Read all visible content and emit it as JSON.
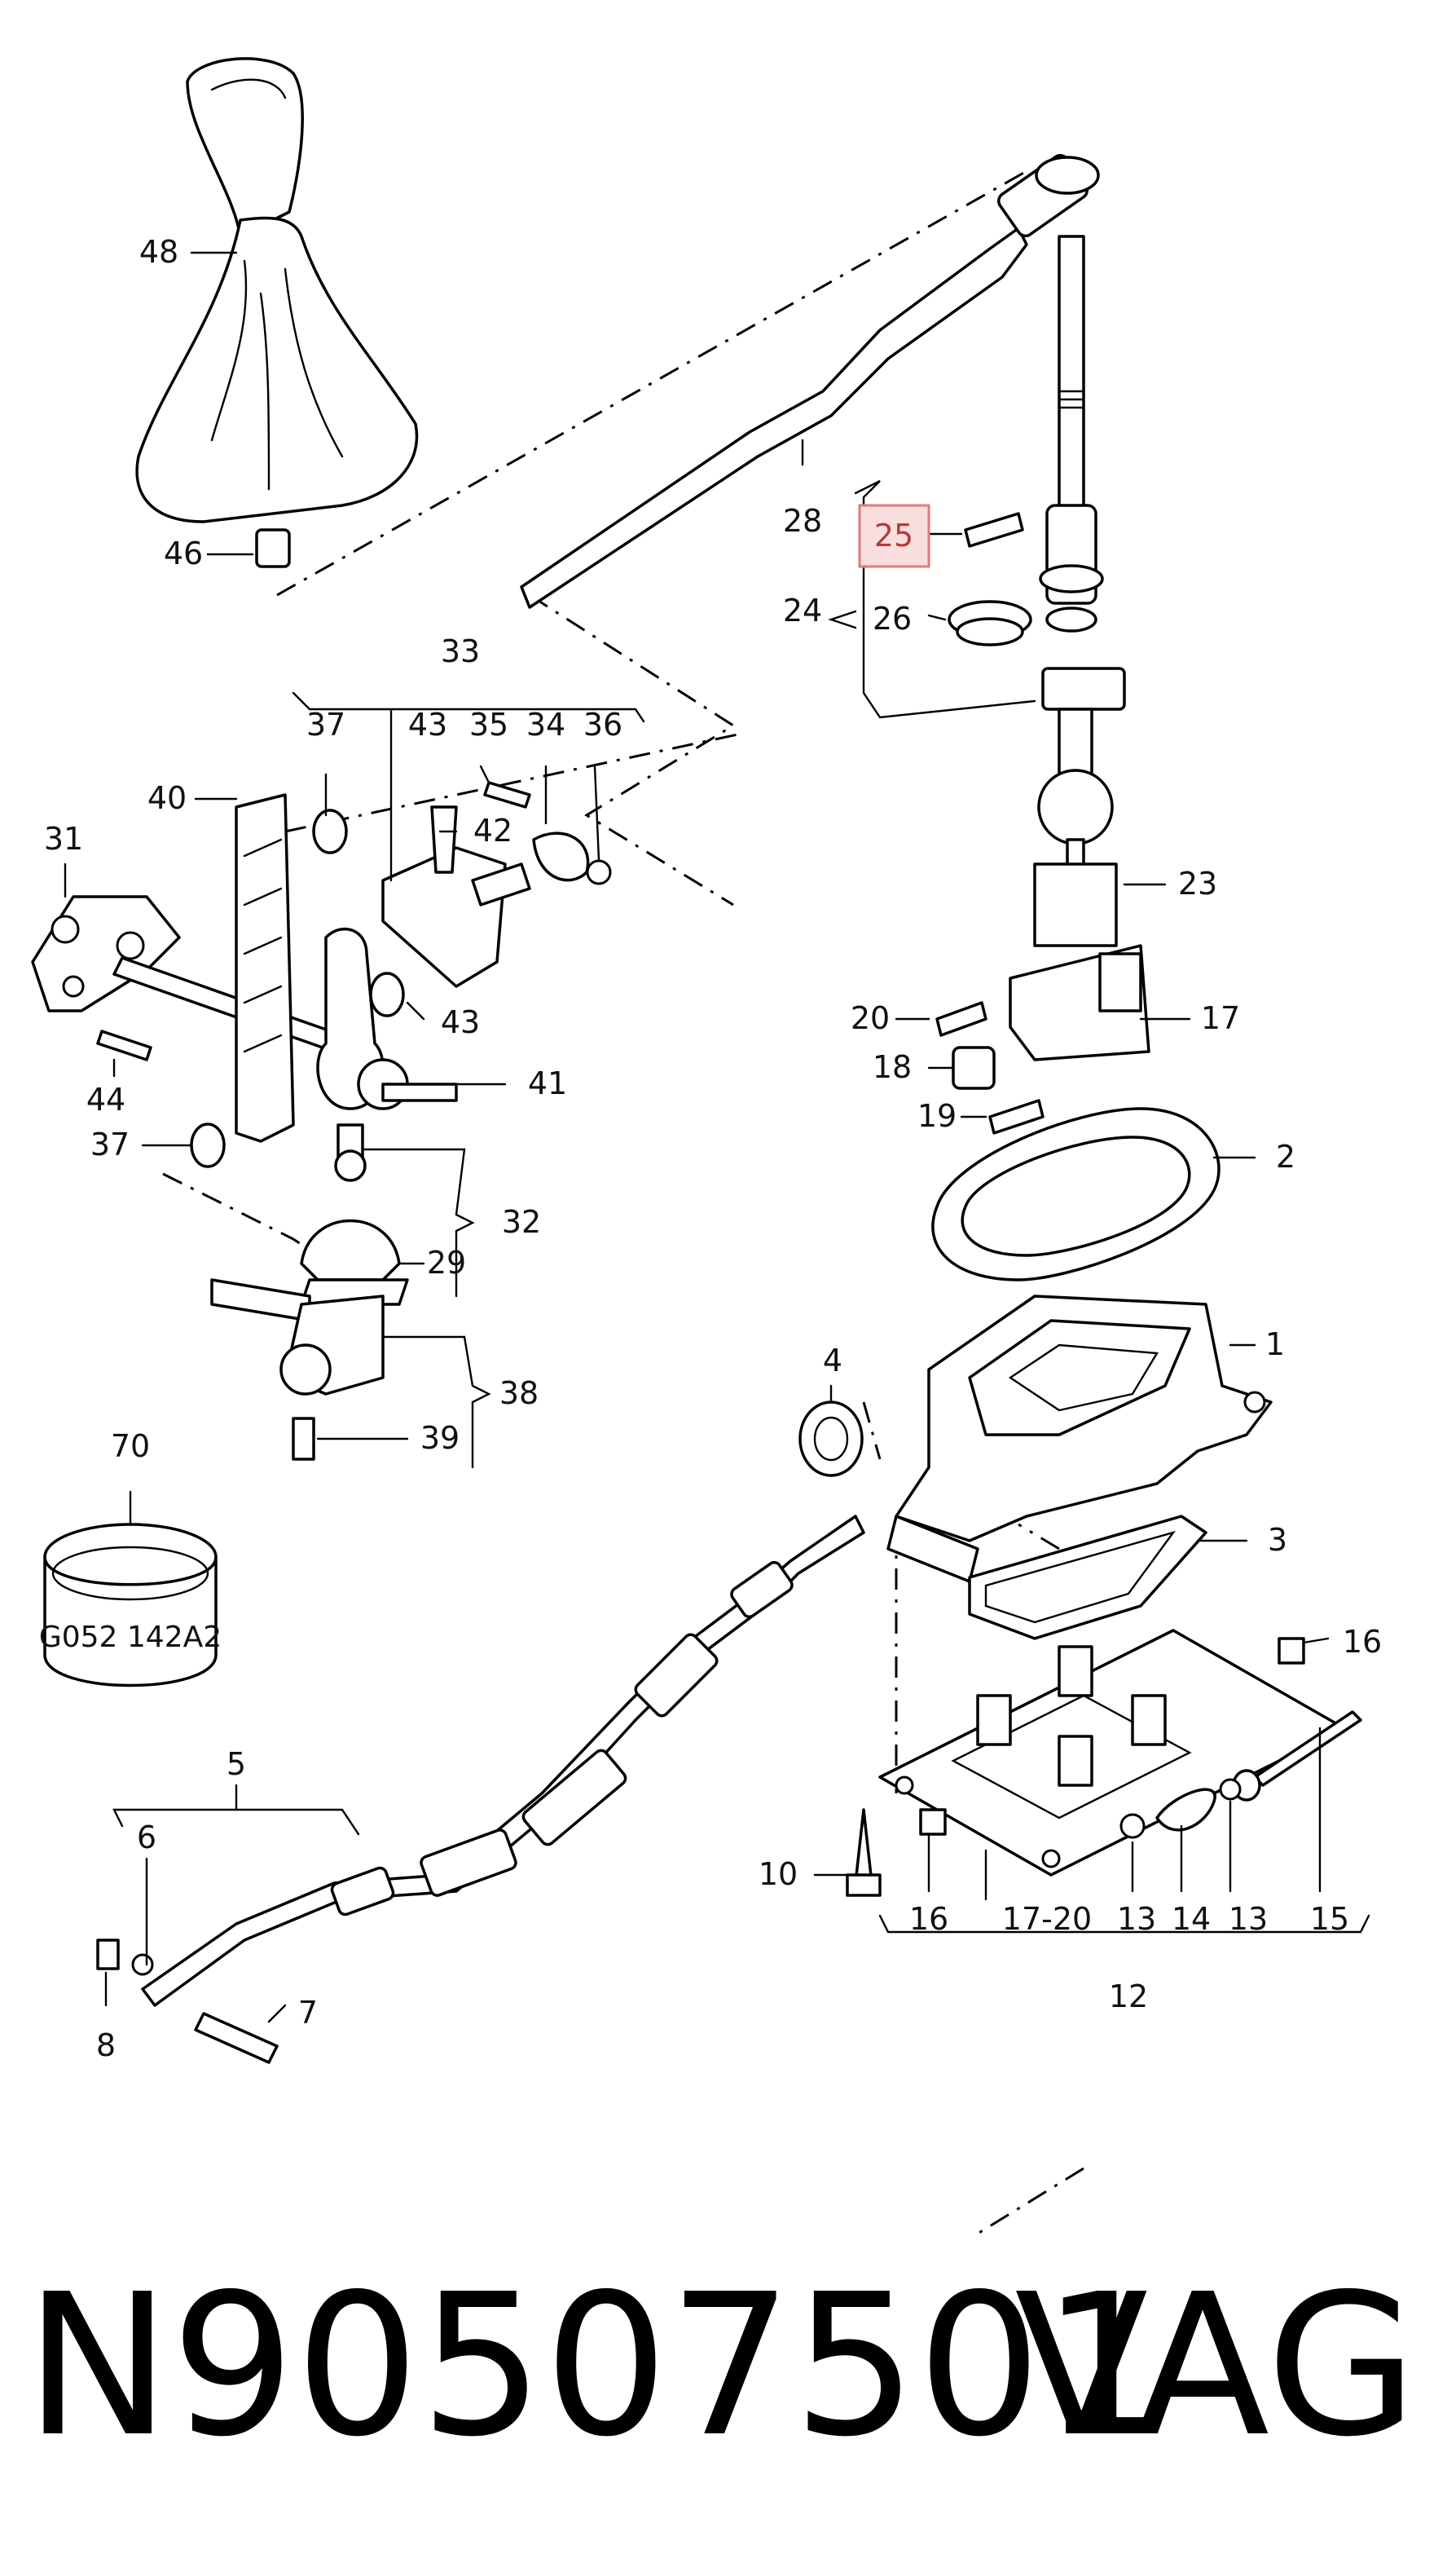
{
  "diagram": {
    "labels": [
      {
        "id": "48",
        "text": "48"
      },
      {
        "id": "46",
        "text": "46"
      },
      {
        "id": "28",
        "text": "28"
      },
      {
        "id": "25",
        "text": "25",
        "highlighted": true
      },
      {
        "id": "24",
        "text": "24"
      },
      {
        "id": "26",
        "text": "26"
      },
      {
        "id": "33",
        "text": "33"
      },
      {
        "id": "37a",
        "text": "37"
      },
      {
        "id": "43a",
        "text": "43"
      },
      {
        "id": "35",
        "text": "35"
      },
      {
        "id": "34",
        "text": "34"
      },
      {
        "id": "36",
        "text": "36"
      },
      {
        "id": "40",
        "text": "40"
      },
      {
        "id": "42",
        "text": "42"
      },
      {
        "id": "31",
        "text": "31"
      },
      {
        "id": "23",
        "text": "23"
      },
      {
        "id": "43b",
        "text": "43"
      },
      {
        "id": "44",
        "text": "44"
      },
      {
        "id": "20",
        "text": "20"
      },
      {
        "id": "17",
        "text": "17"
      },
      {
        "id": "41",
        "text": "41"
      },
      {
        "id": "18",
        "text": "18"
      },
      {
        "id": "19",
        "text": "19"
      },
      {
        "id": "2",
        "text": "2"
      },
      {
        "id": "37b",
        "text": "37"
      },
      {
        "id": "32",
        "text": "32"
      },
      {
        "id": "29",
        "text": "29"
      },
      {
        "id": "1",
        "text": "1"
      },
      {
        "id": "4",
        "text": "4"
      },
      {
        "id": "38",
        "text": "38"
      },
      {
        "id": "70",
        "text": "70"
      },
      {
        "id": "39",
        "text": "39"
      },
      {
        "id": "3",
        "text": "3"
      },
      {
        "id": "16a",
        "text": "16"
      },
      {
        "id": "5",
        "text": "5"
      },
      {
        "id": "6",
        "text": "6"
      },
      {
        "id": "10",
        "text": "10"
      },
      {
        "id": "16b",
        "text": "16"
      },
      {
        "id": "1720",
        "text": "17-20"
      },
      {
        "id": "13a",
        "text": "13"
      },
      {
        "id": "14",
        "text": "14"
      },
      {
        "id": "13b",
        "text": "13"
      },
      {
        "id": "15",
        "text": "15"
      },
      {
        "id": "7",
        "text": "7"
      },
      {
        "id": "8",
        "text": "8"
      },
      {
        "id": "12",
        "text": "12"
      }
    ],
    "ring_code": "G052 142A2",
    "highlight_color": "#f9dede"
  },
  "footer": {
    "part_number": "N90507501",
    "brand": "VAG"
  }
}
